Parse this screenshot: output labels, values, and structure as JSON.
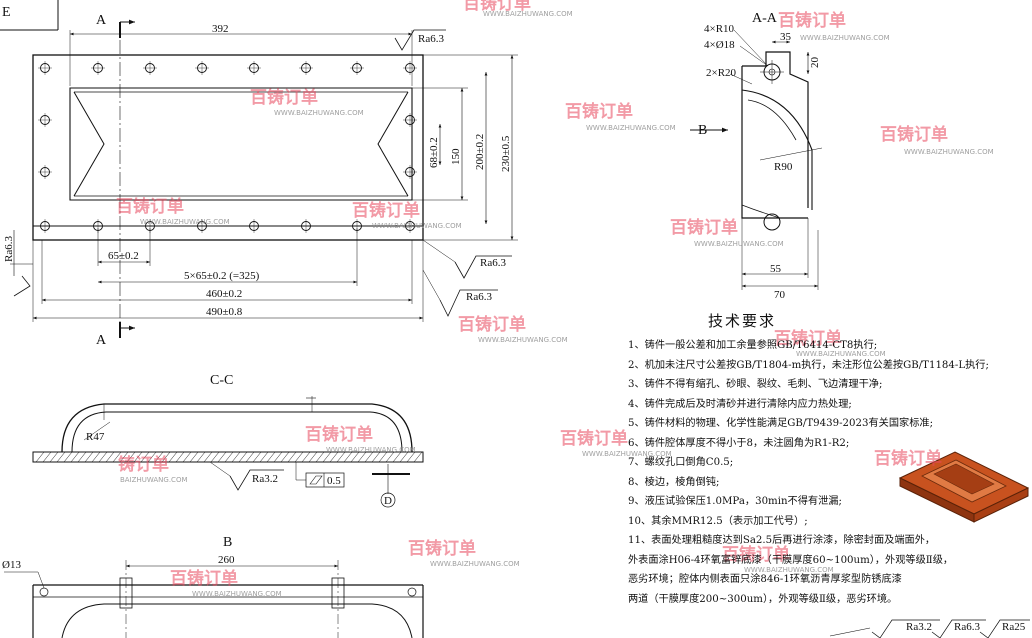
{
  "drawing": {
    "title_fragment": "E",
    "views": {
      "plan_section_label": "A",
      "section_aa_label": "A-A",
      "section_cc_label": "C-C",
      "view_b_label": "B",
      "datum_label": "D"
    },
    "dims_plan": {
      "width_top": "392",
      "hole_pitch": "65±0.2",
      "pitch_total": "5×65±0.2 (=325)",
      "width_460": "460±0.2",
      "width_490": "490±0.8",
      "height_68": "68±0.2",
      "height_150": "150",
      "height_200": "200±0.2",
      "height_230": "230±0.5",
      "ra_top": "Ra6.3",
      "ra_right": "Ra6.3",
      "ra_bottom": "Ra6.3",
      "ra_left": "Ra6.3"
    },
    "dims_aa": {
      "r10": "4×R10",
      "phi18": "4×Ø18",
      "r20": "2×R20",
      "r90": "R90",
      "d35": "35",
      "d20": "20",
      "d55": "55",
      "d70": "70"
    },
    "dims_cc": {
      "r47": "R47",
      "ra": "Ra3.2",
      "flatness": "0.5"
    },
    "dims_b": {
      "d260": "260",
      "phi13": "Ø13"
    },
    "bottom_marks": [
      "Ra3.2",
      "Ra6.3",
      "Ra25"
    ],
    "watermark": {
      "text": "百铸订单",
      "url": "WWW.BAIZHUWANG.COM",
      "url_short": "BAIZHUWANG.COM",
      "text_short": "铸订单"
    }
  },
  "requirements": {
    "title": "技术要求",
    "items": [
      "1、铸件一般公差和加工余量参照GB/T6414-CT8执行;",
      "2、机加未注尺寸公差按GB/T1804-m执行，未注形位公差按GB/T1184-L执行;",
      "3、铸件不得有缩孔、砂眼、裂纹、毛刺、飞边清理干净;",
      "4、铸件完成后及时清砂并进行清除内应力热处理;",
      "5、铸件材料的物理、化学性能满足GB/T9439-2023有关国家标准;",
      "6、铸件腔体厚度不得小于8，未注圆角为R1-R2;",
      "7、螺纹孔口倒角C0.5;",
      "8、棱边，棱角倒钝;",
      "9、液压试验保压1.0MPa，30min不得有泄漏;",
      "10、其余MMR12.5（表示加工代号）;",
      "11、表面处理粗糙度达到Sa2.5后再进行涂漆，除密封面及端面外，",
      "外表面涂H06-4环氧富锌底漆（干膜厚度60~100um），外观等级Ⅱ级，",
      "恶劣环境；腔体内侧表面只涂846-1环氧沥青厚浆型防锈底漆",
      "两道（干膜厚度200~300um），外观等级Ⅱ级，恶劣环境。"
    ]
  }
}
